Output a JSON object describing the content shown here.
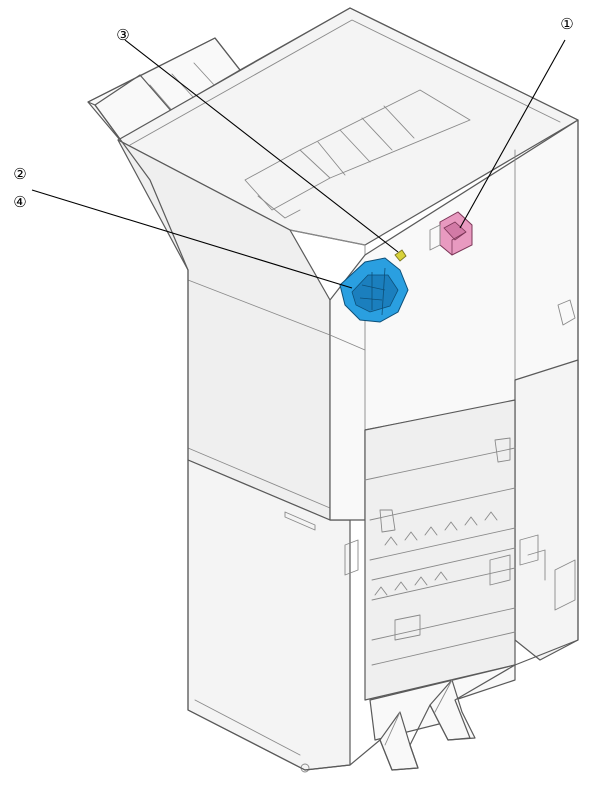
{
  "callouts": [
    {
      "id": "1",
      "label": "①"
    },
    {
      "id": "2",
      "label": "②"
    },
    {
      "id": "3",
      "label": "③"
    },
    {
      "id": "4",
      "label": "④"
    }
  ],
  "colors": {
    "part_1": "#e89ac0",
    "part_2_4": "#2a9fe0",
    "part_3": "#d8d23a",
    "body_fill": "#f4f4f4",
    "outline": "#5a5a5a"
  }
}
